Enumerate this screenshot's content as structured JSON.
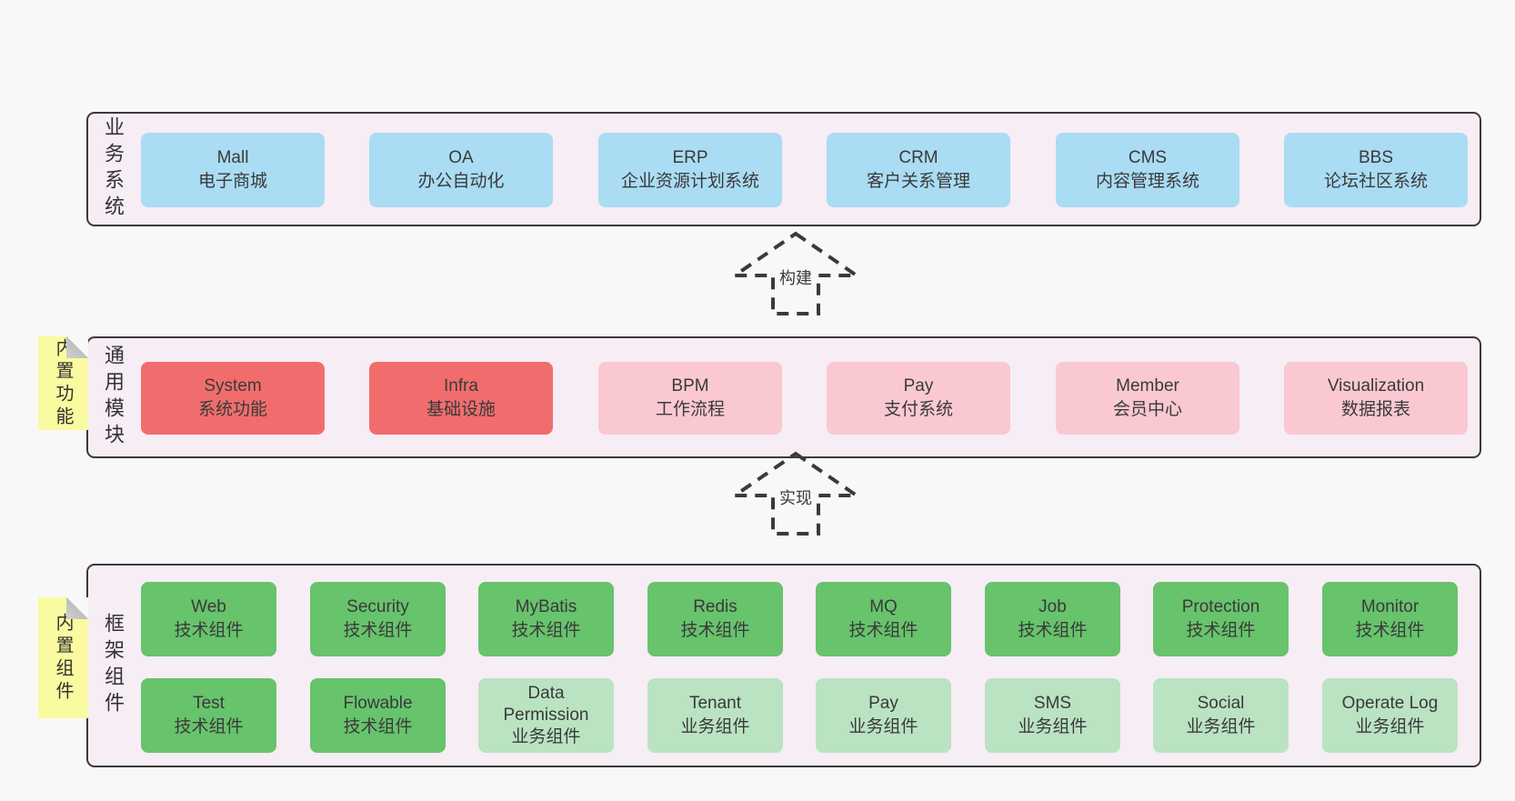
{
  "diagram": {
    "layers": [
      {
        "label": "业务系统",
        "boxes": [
          {
            "title": "Mall",
            "subtitle": "电子商城"
          },
          {
            "title": "OA",
            "subtitle": "办公自动化"
          },
          {
            "title": "ERP",
            "subtitle": "企业资源计划系统"
          },
          {
            "title": "CRM",
            "subtitle": "客户关系管理"
          },
          {
            "title": "CMS",
            "subtitle": "内容管理系统"
          },
          {
            "title": "BBS",
            "subtitle": "论坛社区系统"
          }
        ]
      },
      {
        "label": "通用模块",
        "tag": "内置功能",
        "boxes": [
          {
            "title": "System",
            "subtitle": "系统功能"
          },
          {
            "title": "Infra",
            "subtitle": "基础设施"
          },
          {
            "title": "BPM",
            "subtitle": "工作流程"
          },
          {
            "title": "Pay",
            "subtitle": "支付系统"
          },
          {
            "title": "Member",
            "subtitle": "会员中心"
          },
          {
            "title": "Visualization",
            "subtitle": "数据报表"
          }
        ]
      },
      {
        "label": "框架组件",
        "tag": "内置组件",
        "rows": [
          {
            "boxes": [
              {
                "title": "Web",
                "subtitle": "技术组件"
              },
              {
                "title": "Security",
                "subtitle": "技术组件"
              },
              {
                "title": "MyBatis",
                "subtitle": "技术组件"
              },
              {
                "title": "Redis",
                "subtitle": "技术组件"
              },
              {
                "title": "MQ",
                "subtitle": "技术组件"
              },
              {
                "title": "Job",
                "subtitle": "技术组件"
              },
              {
                "title": "Protection",
                "subtitle": "技术组件"
              },
              {
                "title": "Monitor",
                "subtitle": "技术组件"
              }
            ]
          },
          {
            "boxes": [
              {
                "title": "Test",
                "subtitle": "技术组件"
              },
              {
                "title": "Flowable",
                "subtitle": "技术组件"
              },
              {
                "title": "Data Permission",
                "subtitle": "业务组件"
              },
              {
                "title": "Tenant",
                "subtitle": "业务组件"
              },
              {
                "title": "Pay",
                "subtitle": "业务组件"
              },
              {
                "title": "SMS",
                "subtitle": "业务组件"
              },
              {
                "title": "Social",
                "subtitle": "业务组件"
              },
              {
                "title": "Operate Log",
                "subtitle": "业务组件"
              }
            ]
          }
        ]
      }
    ],
    "arrows": [
      {
        "label": "构建"
      },
      {
        "label": "实现"
      }
    ],
    "colors": {
      "page_bg": "#f8f8f8",
      "panel_bg": "#f7edf5",
      "panel_border": "#3a3a3a",
      "blue": "#aadcf4",
      "red": "#f16d6d",
      "pink": "#fac8d1",
      "green_dark": "#67c36c",
      "green_light": "#bae3c2",
      "tag_yellow": "#fafaa0",
      "text": "#3c3c3c"
    }
  }
}
